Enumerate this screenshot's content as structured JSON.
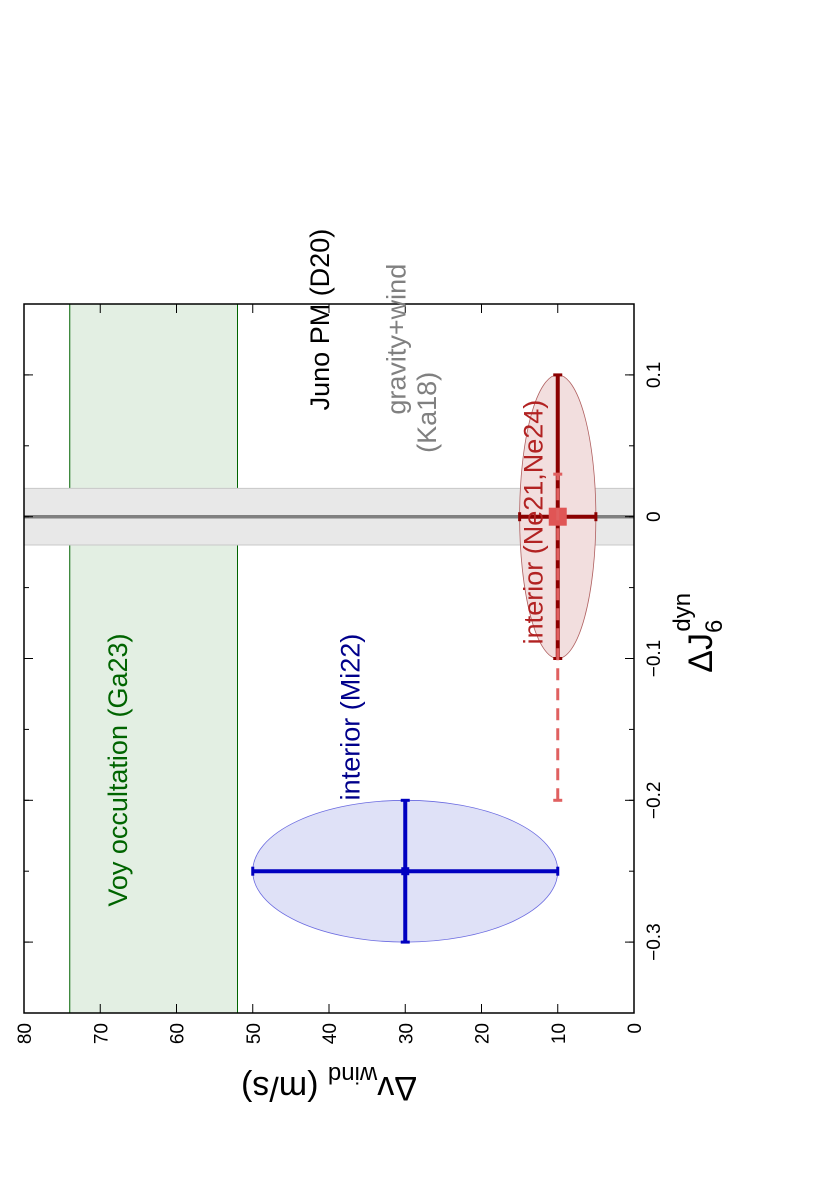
{
  "chart_data": {
    "type": "scatter",
    "orientation": "rotated 90 degrees counter-clockwise",
    "xlabel": {
      "prefix": "ΔJ",
      "sub": "6",
      "sup": "dyn"
    },
    "ylabel": {
      "prefix": "Δv",
      "sub": "wind",
      "suffix": " (m/s)"
    },
    "xlim": [
      -0.35,
      0.15
    ],
    "ylim": [
      0,
      80
    ],
    "x_ticks": [
      -0.3,
      -0.2,
      -0.1,
      0,
      0.1
    ],
    "y_ticks": [
      0,
      10,
      20,
      30,
      40,
      50,
      60,
      70,
      80
    ],
    "x_tick_labels": [
      "−0.3",
      "−0.2",
      "−0.1",
      "0",
      "0.1"
    ],
    "y_tick_labels": [
      "0",
      "10",
      "20",
      "30",
      "40",
      "50",
      "60",
      "70",
      "80"
    ],
    "grid": false,
    "bands": [
      {
        "name": "Voy occultation (Ga23)",
        "axis": "y",
        "from": 52,
        "to": 74,
        "fill": "#e3efe3",
        "stroke": "#006400"
      },
      {
        "name": "gravity+wind (Ka18)",
        "axis": "x",
        "from": -0.02,
        "to": 0.02,
        "fill": "#e8e8e8",
        "stroke": "#c8c8c8"
      }
    ],
    "lines": [
      {
        "name": "Juno PM (D20)",
        "axis": "x",
        "value": 0,
        "color": "#808080"
      }
    ],
    "ellipses": [
      {
        "cx": -0.25,
        "cy": 30,
        "rx": 0.05,
        "ry": 20,
        "fill": "#dfe1f7",
        "stroke": "#6a6ae0"
      },
      {
        "cx": 0,
        "cy": 10,
        "rx": 0.1,
        "ry": 5,
        "fill": "#f2dede",
        "stroke": "#b06060"
      }
    ],
    "series": [
      {
        "name": "interior (Mi22)",
        "color": "#0000c0",
        "points": [
          {
            "x": -0.25,
            "y": 30,
            "xerr": [
              -0.3,
              -0.2
            ],
            "yerr": [
              10,
              50
            ]
          }
        ]
      },
      {
        "name": "interior (Ne21,Ne24)",
        "color": "#8b0000",
        "points": [
          {
            "x": 0,
            "y": 10,
            "xerr": [
              -0.1,
              0.1
            ],
            "yerr": [
              5,
              15
            ]
          }
        ]
      },
      {
        "name": "interior (Ne21,Ne24)",
        "color": "#e06060",
        "dashed": true,
        "points": [
          {
            "x": 0,
            "y": 10,
            "xerr": [
              -0.2,
              0.03
            ],
            "yerr": null
          }
        ]
      }
    ],
    "annotations": [
      {
        "text": "Voy occultation (Ga23)",
        "color": "#006400",
        "x": -0.275,
        "y": 66.5
      },
      {
        "text": "interior (Mi22)",
        "color": "#00008b",
        "x": -0.2,
        "y": 36
      },
      {
        "text": "interior (Ne21,Ne24)",
        "color": "#b22222",
        "x": -0.09,
        "y": 12
      },
      {
        "text": "Juno PM (D20)",
        "color": "#000000",
        "x": 0.075,
        "y": 40
      },
      {
        "text": "gravity+wind",
        "color": "#808080",
        "x": 0.072,
        "y": 30
      },
      {
        "text": "(Ka18)",
        "color": "#808080",
        "x": 0.045,
        "y": 26
      }
    ]
  }
}
